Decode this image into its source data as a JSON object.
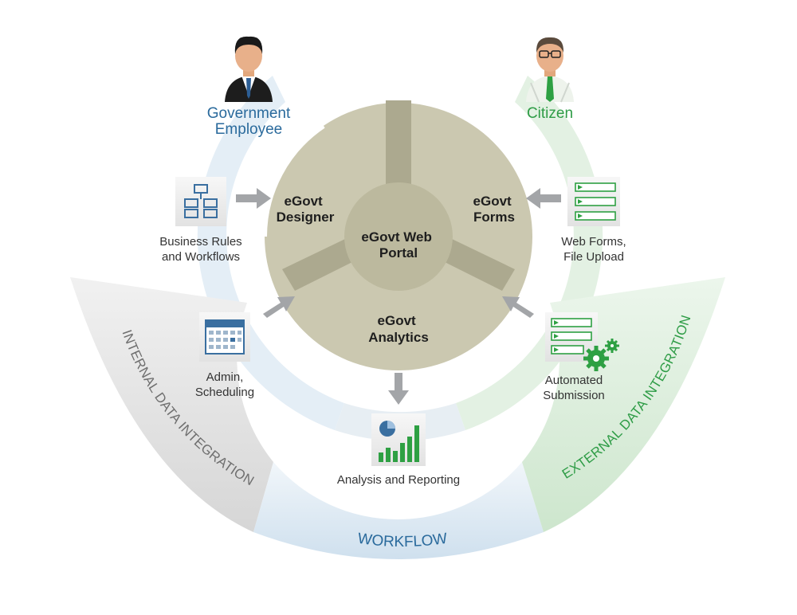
{
  "roles": {
    "employee": {
      "line1": "Government",
      "line2": "Employee"
    },
    "citizen": {
      "label": "Citizen"
    }
  },
  "segments": {
    "designer": {
      "line1": "eGovt",
      "line2": "Designer"
    },
    "forms": {
      "line1": "eGovt",
      "line2": "Forms"
    },
    "analytics": {
      "line1": "eGovt",
      "line2": "Analytics"
    },
    "portal": {
      "line1": "eGovt Web",
      "line2": "Portal"
    }
  },
  "features": {
    "business_rules": {
      "line1": "Business Rules",
      "line2": "and Workflows"
    },
    "web_forms": {
      "line1": "Web Forms,",
      "line2": "File Upload"
    },
    "admin": {
      "line1": "Admin,",
      "line2": "Scheduling"
    },
    "automated": {
      "line1": "Automated",
      "line2": "Submission"
    },
    "analysis": {
      "label": "Analysis and Reporting"
    }
  },
  "bands": {
    "internal": "INTERNAL DATA INTEGRATION",
    "workflow": "WORKFLOW",
    "external": "EXTERNAL DATA INTEGRATION"
  },
  "colors": {
    "wheel": "#cbc8b0",
    "wheel_dark": "#aca98f",
    "blue_text": "#2a6a9c",
    "green_text": "#2e9c46",
    "band_gray": "#e0e0e0",
    "band_blue": "#d6e6f1",
    "band_green": "#d7ecd7",
    "arrow": "#a3a5a8",
    "icon_blue": "#3a6fa0",
    "icon_green": "#2ea043"
  }
}
